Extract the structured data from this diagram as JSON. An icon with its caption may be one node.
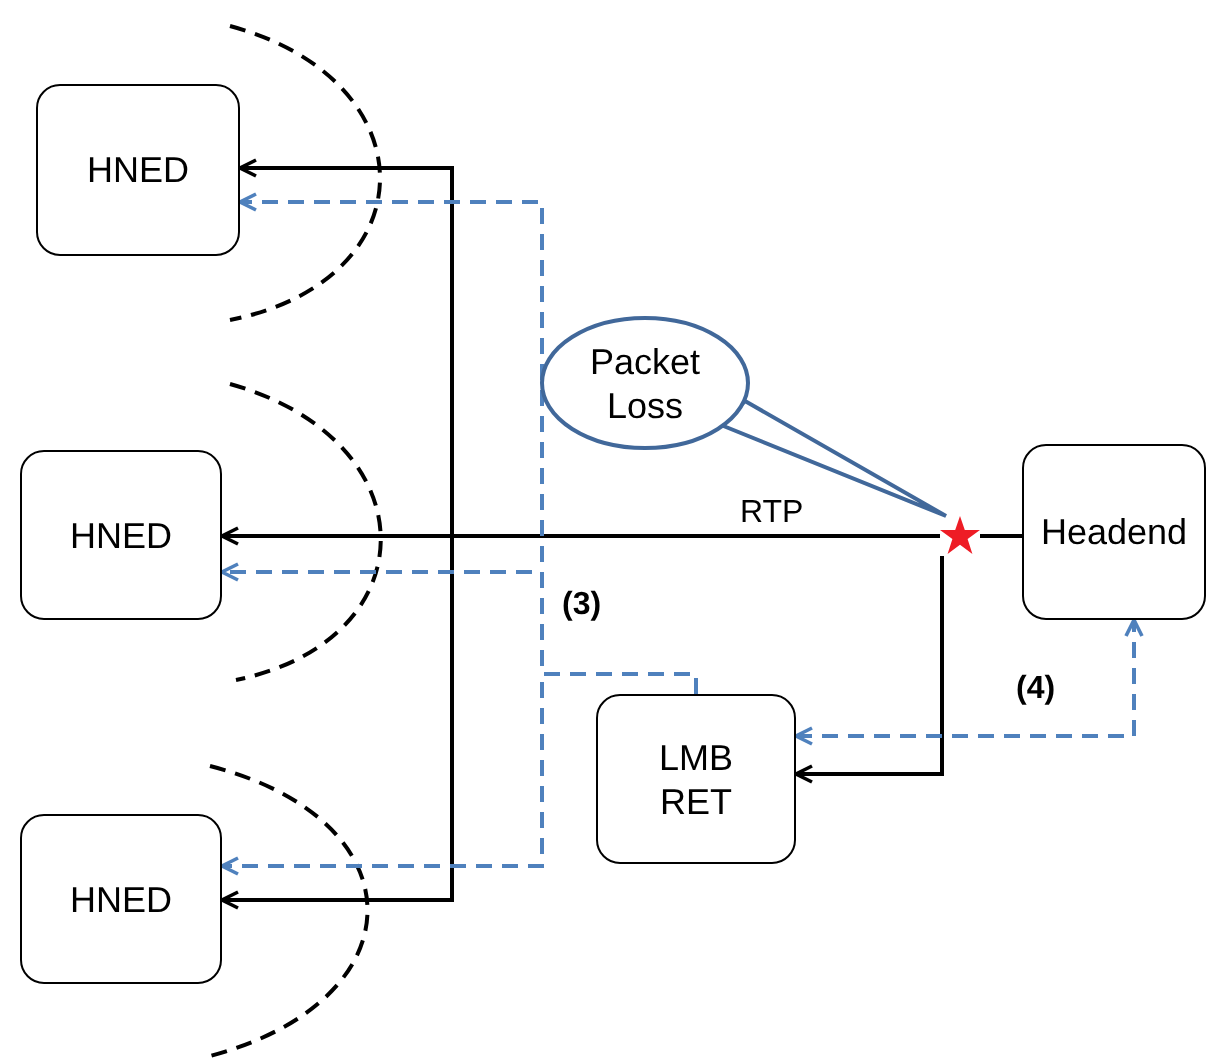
{
  "diagram": {
    "nodes": [
      {
        "text": [
          "HNED"
        ]
      },
      {
        "text": [
          "HNED"
        ]
      },
      {
        "text": [
          "HNED"
        ]
      },
      {
        "text": [
          "Packet Loss"
        ]
      },
      {
        "text": [],
        "shape": "star"
      },
      {
        "text": [
          "Headend"
        ]
      },
      {
        "text": [
          "LMB RET"
        ]
      }
    ],
    "edges": [
      {
        "from": 5,
        "to": 4,
        "arrow": "none"
      },
      {
        "from": 4,
        "to": 0,
        "arrow": "to"
      },
      {
        "from": 4,
        "to": 1,
        "arrow": "to",
        "label": "RTP"
      },
      {
        "from": 4,
        "to": 2,
        "arrow": "to"
      },
      {
        "from": 4,
        "to": 6,
        "arrow": "to"
      },
      {
        "from": 6,
        "to": 0,
        "arrow": "to",
        "style": "dashed",
        "color": "#4f81bd"
      },
      {
        "from": 6,
        "to": 1,
        "arrow": "to",
        "style": "dashed",
        "color": "#4f81bd"
      },
      {
        "from": 6,
        "to": 2,
        "arrow": "to",
        "style": "dashed",
        "color": "#4f81bd"
      },
      {
        "from": 6,
        "to": 5,
        "arrow": "both",
        "style": "dashed",
        "color": "#4f81bd",
        "label": "(4)"
      },
      {
        "from": 3,
        "to": 4,
        "arrow": "none",
        "color": "#41689a"
      }
    ],
    "labels": [
      "(3)"
    ]
  }
}
